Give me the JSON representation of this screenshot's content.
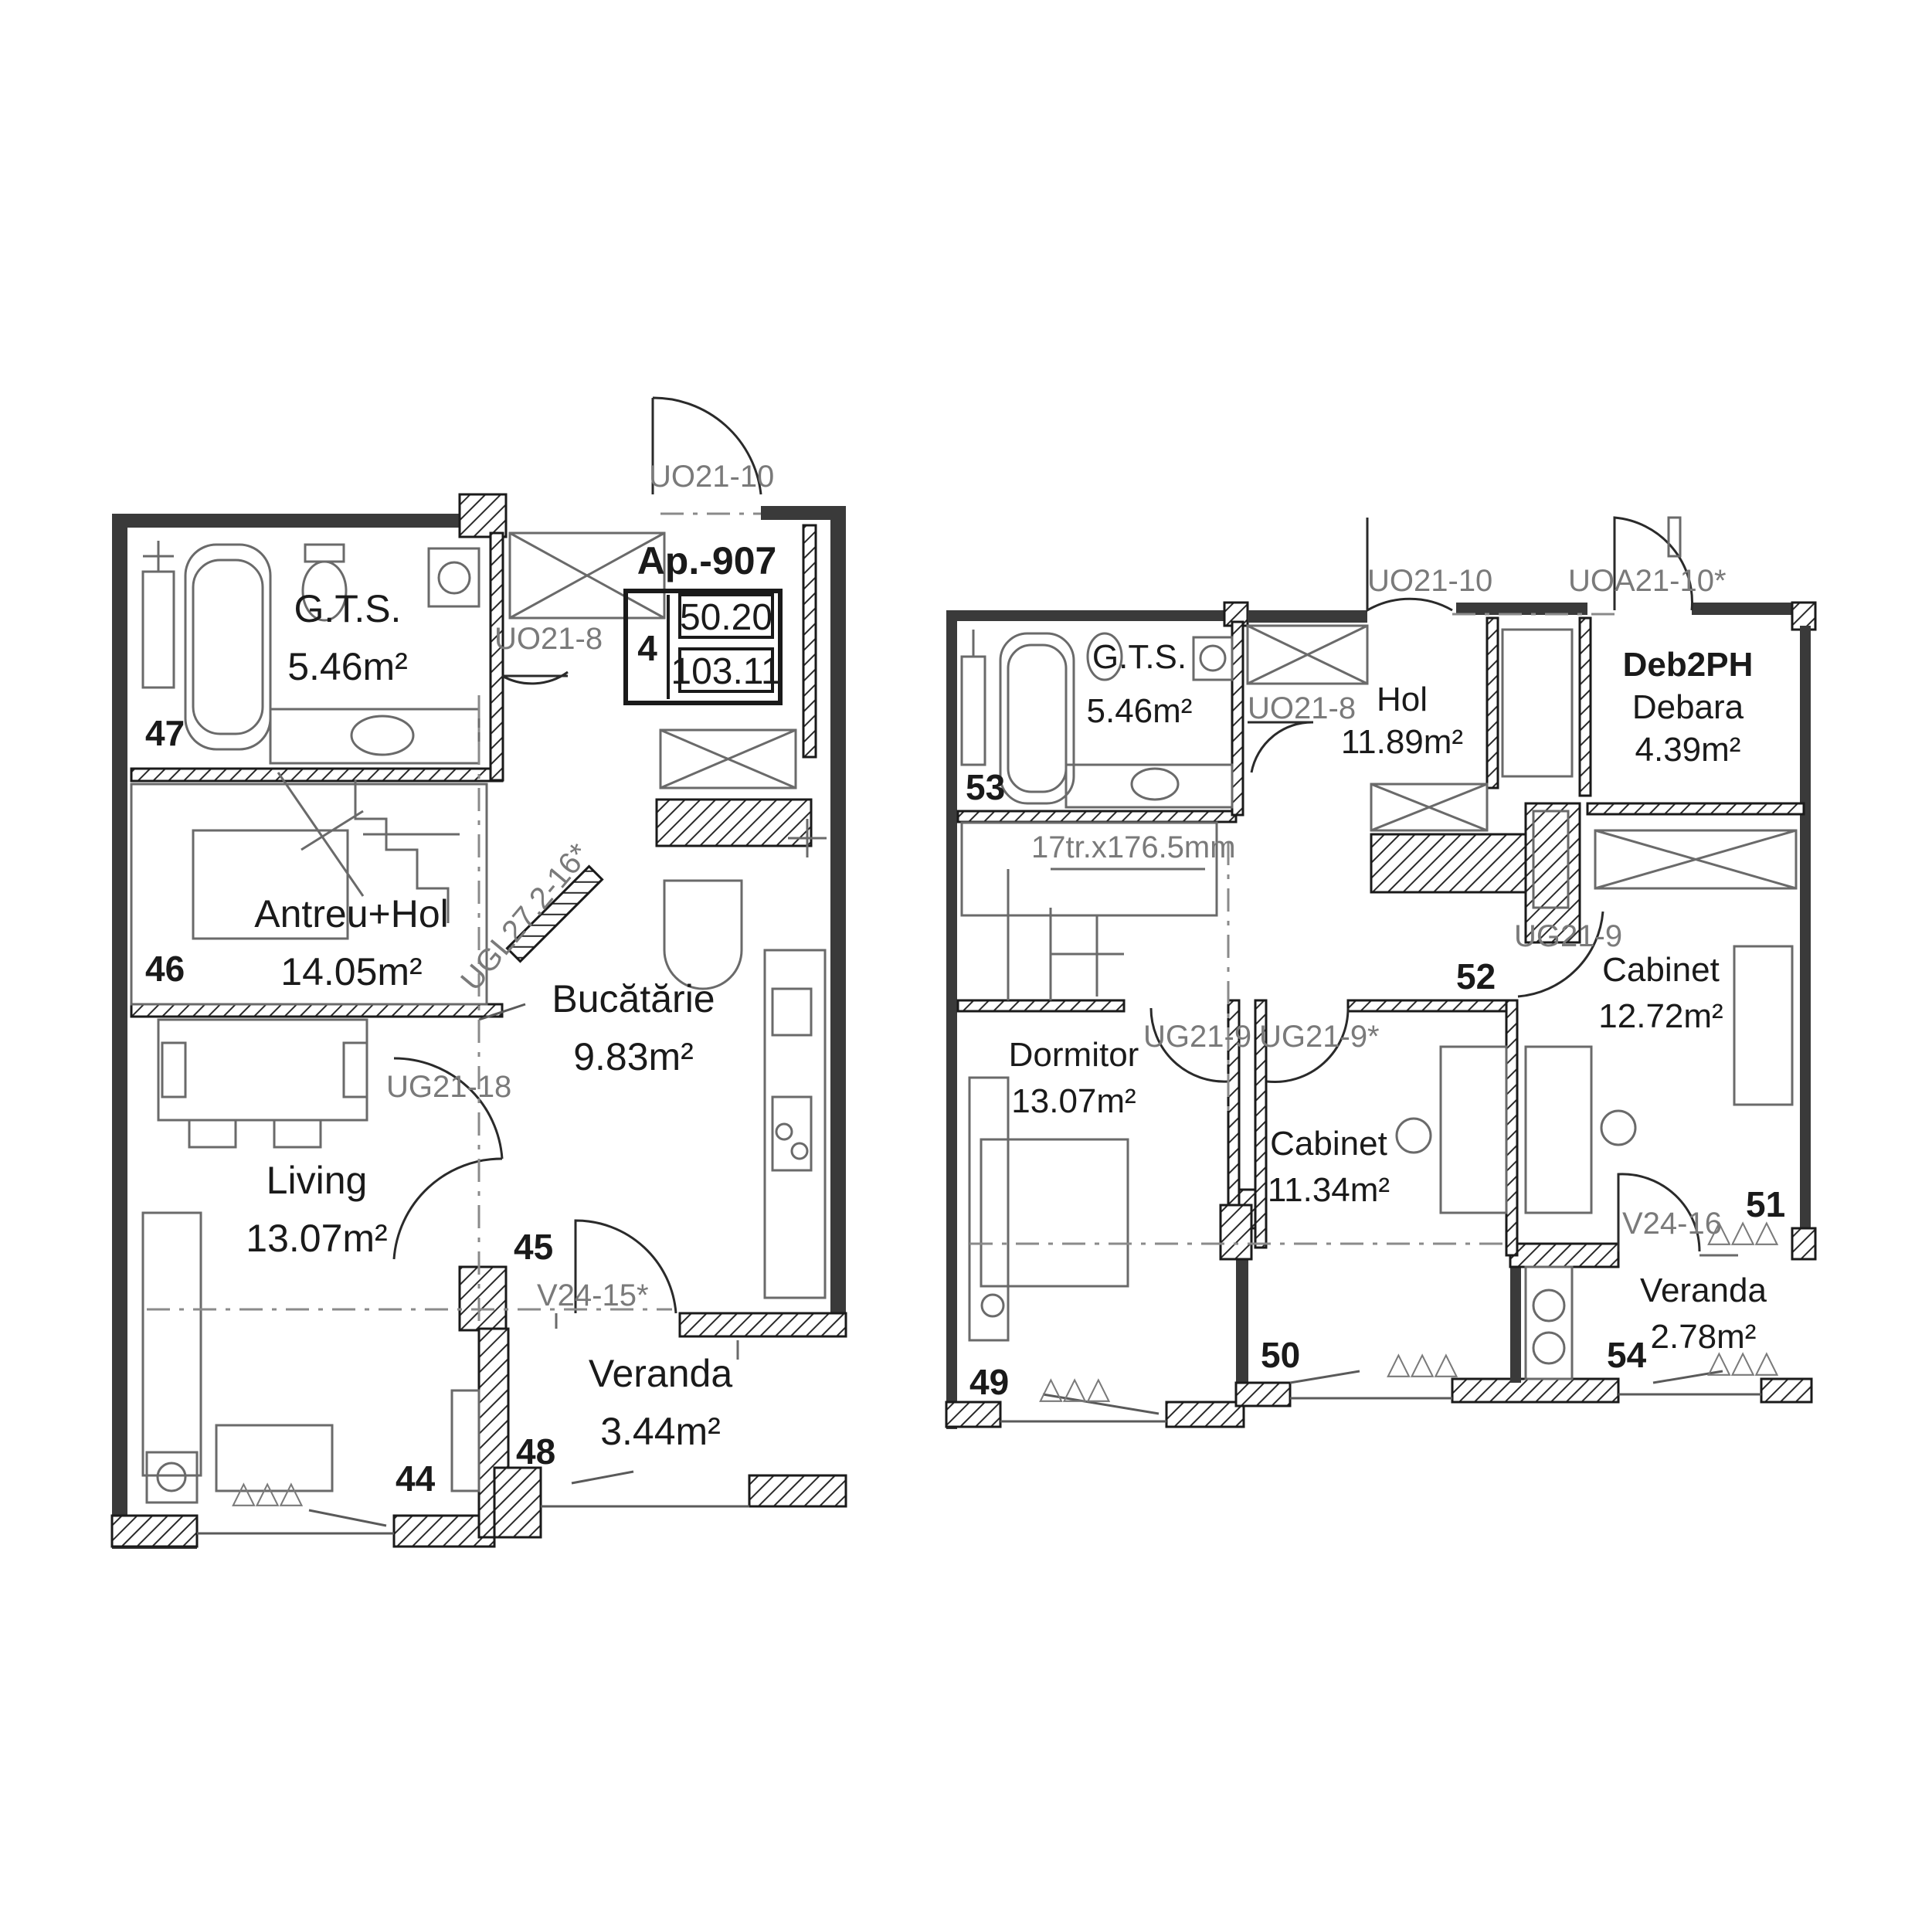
{
  "apartment": {
    "code": "Ap.-907",
    "rooms_count": "4",
    "living_area": "50.20",
    "total_area": "103.11"
  },
  "floor1": {
    "rooms": [
      {
        "name": "G.T.S.",
        "area": "5.46m²"
      },
      {
        "name": "Antreu+Hol",
        "area": "14.05m²"
      },
      {
        "name": "Bucătărie",
        "area": "9.83m²"
      },
      {
        "name": "Living",
        "area": "13.07m²"
      },
      {
        "name": "Veranda",
        "area": "3.44m²"
      }
    ],
    "door_tags": [
      "UO21-10",
      "UO21-8",
      "UGL27.2-16*",
      "UG21-18",
      "V24-15*"
    ],
    "axis_numbers": [
      "47",
      "46",
      "45",
      "44",
      "48"
    ]
  },
  "floor2": {
    "rooms": [
      {
        "name": "G.T.S.",
        "area": "5.46m²"
      },
      {
        "name": "Hol",
        "area": "11.89m²"
      },
      {
        "name": "Deb2PH",
        "area": ""
      },
      {
        "name": "Debara",
        "area": "4.39m²"
      },
      {
        "name": "Cabinet",
        "area": "12.72m²"
      },
      {
        "name": "Dormitor",
        "area": "13.07m²"
      },
      {
        "name": "Cabinet",
        "area": "11.34m²"
      },
      {
        "name": "Veranda",
        "area": "2.78m²"
      }
    ],
    "door_tags": [
      "UO21-10",
      "UOA21-10*",
      "UO21-8",
      "UG21-9",
      "UG21-9",
      "UG21-9*",
      "V24-16"
    ],
    "stair_note": "17tr.x176.5mm",
    "axis_numbers": [
      "53",
      "52",
      "51",
      "49",
      "50",
      "54"
    ]
  },
  "colors": {
    "wall": "#3a3a3a",
    "line": "#5a5a5a",
    "text": "#1a1a1a",
    "tag": "#7a7a7a"
  }
}
